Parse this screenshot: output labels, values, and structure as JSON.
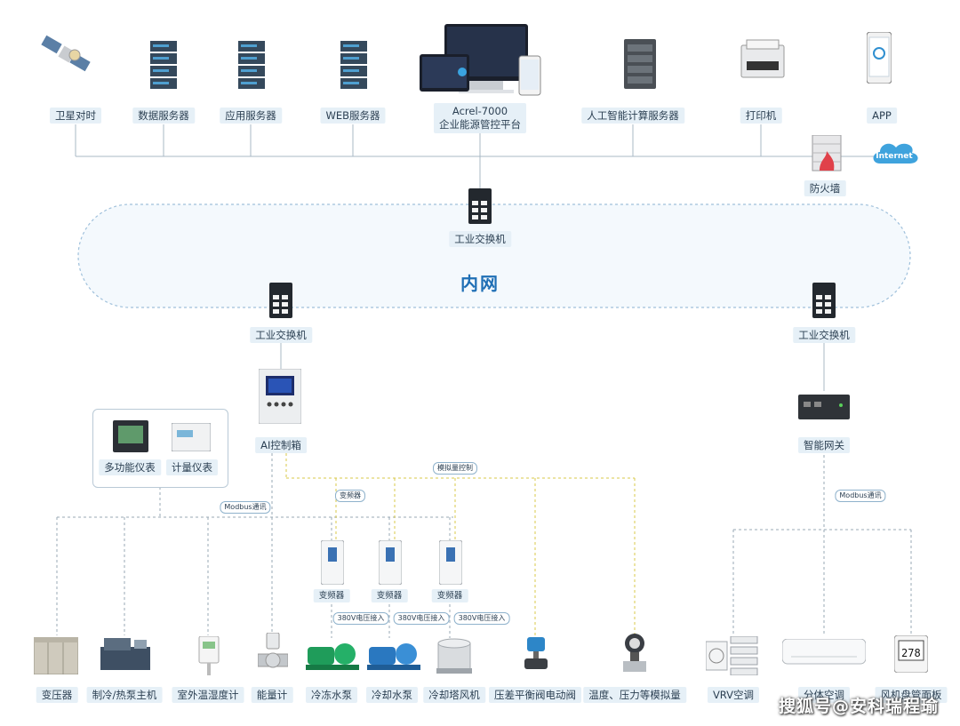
{
  "top_row": [
    {
      "id": "satellite",
      "label": "卫星对时"
    },
    {
      "id": "data-server",
      "label": "数据服务器"
    },
    {
      "id": "app-server",
      "label": "应用服务器"
    },
    {
      "id": "web-server",
      "label": "WEB服务器"
    },
    {
      "id": "platform",
      "label_line1": "Acrel-7000",
      "label_line2": "企业能源管控平台"
    },
    {
      "id": "ai-server",
      "label": "人工智能计算服务器"
    },
    {
      "id": "printer",
      "label": "打印机"
    },
    {
      "id": "app",
      "label": "APP"
    }
  ],
  "firewall": {
    "label": "防火墙"
  },
  "internet": {
    "label": "Internet"
  },
  "intranet": {
    "title": "内网",
    "switch_label": "工业交换机"
  },
  "left_branch": {
    "switch_label": "工业交换机",
    "ai_box_label": "AI控制箱",
    "meters": [
      {
        "label": "多功能仪表"
      },
      {
        "label": "计量仪表"
      }
    ],
    "tags": {
      "modbus": "Modbus通讯",
      "vfd": "变频器",
      "analog": "模拟量控制"
    },
    "vfds": [
      {
        "label": "变频器",
        "voltage": "380V电压接入"
      },
      {
        "label": "变频器",
        "voltage": "380V电压接入"
      },
      {
        "label": "变频器",
        "voltage": "380V电压接入"
      }
    ]
  },
  "right_branch": {
    "switch_label": "工业交换机",
    "gateway_label": "智能网关",
    "modbus_tag": "Modbus通讯"
  },
  "bottom_row": [
    {
      "label": "变压器"
    },
    {
      "label": "制冷/热泵主机"
    },
    {
      "label": "室外温湿度计"
    },
    {
      "label": "能量计"
    },
    {
      "label": "冷冻水泵"
    },
    {
      "label": "冷却水泵"
    },
    {
      "label": "冷却塔风机"
    },
    {
      "label": "压差平衡阀电动阀"
    },
    {
      "label": "温度、压力等模拟量"
    },
    {
      "label": "VRV空调"
    },
    {
      "label": "分体空调"
    },
    {
      "label": "风机盘管面板"
    }
  ],
  "watermark": "搜狐号@安科瑞程瑜",
  "colors": {
    "line": "#a9b8c6",
    "dash_gray": "#9aa8b5",
    "dash_yellow": "#d8c84a",
    "accent": "#1f6fb5",
    "label_bg": "#e6f0f7"
  }
}
